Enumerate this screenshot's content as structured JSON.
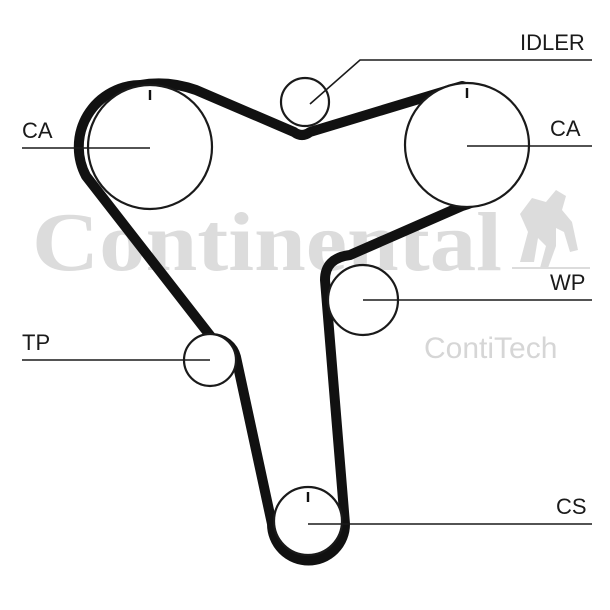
{
  "watermark": {
    "brand": "Continental",
    "sub_brand": "ContiTech",
    "logo_icon": "rearing-horse-icon"
  },
  "labels": {
    "idler": "IDLER",
    "ca_left": "CA",
    "ca_right": "CA",
    "wp": "WP",
    "tp": "TP",
    "cs": "CS"
  },
  "colors": {
    "belt": "#111111",
    "outline": "#1a1a1a",
    "watermark": "#dcdcdc",
    "background": "#ffffff"
  }
}
